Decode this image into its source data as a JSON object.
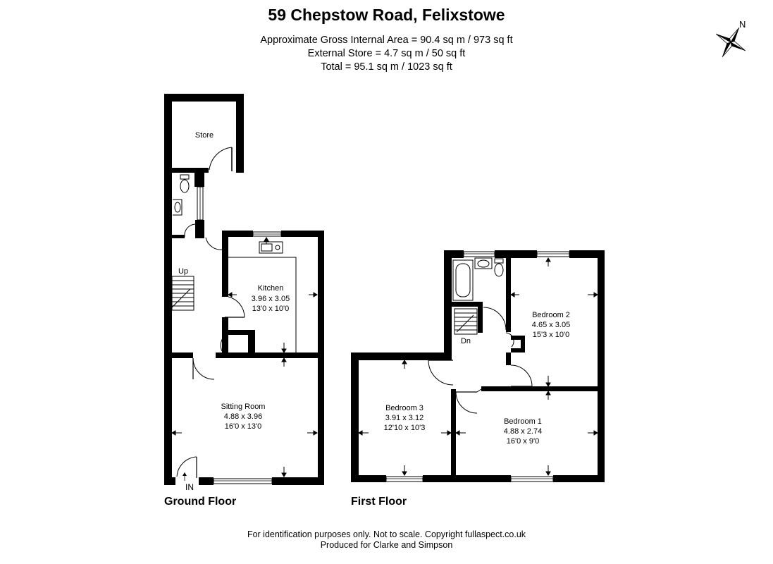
{
  "header": {
    "title": "59 Chepstow Road, Felixstowe",
    "area_gross": "Approximate Gross Internal Area = 90.4 sq m / 973 sq ft",
    "area_store": "External Store = 4.7 sq m / 50 sq ft",
    "area_total": "Total = 95.1 sq m / 1023 sq ft"
  },
  "compass": {
    "north_label": "N"
  },
  "ground_floor": {
    "label": "Ground Floor",
    "up_label": "Up",
    "entrance_label": "IN",
    "store": {
      "name": "Store"
    },
    "kitchen": {
      "name": "Kitchen",
      "metric": "3.96 x 3.05",
      "imperial": "13'0 x 10'0"
    },
    "sitting_room": {
      "name": "Sitting Room",
      "metric": "4.88 x 3.96",
      "imperial": "16'0 x 13'0"
    }
  },
  "first_floor": {
    "label": "First Floor",
    "down_label": "Dn",
    "bedroom_1": {
      "name": "Bedroom 1",
      "metric": "4.88 x 2.74",
      "imperial": "16'0 x 9'0"
    },
    "bedroom_2": {
      "name": "Bedroom 2",
      "metric": "4.65 x 3.05",
      "imperial": "15'3 x 10'0"
    },
    "bedroom_3": {
      "name": "Bedroom 3",
      "metric": "3.91 x 3.12",
      "imperial": "12'10 x 10'3"
    }
  },
  "footer": {
    "line1": "For identification purposes only. Not to scale. Copyright fullaspect.co.uk",
    "line2": "Produced for Clarke and Simpson"
  }
}
